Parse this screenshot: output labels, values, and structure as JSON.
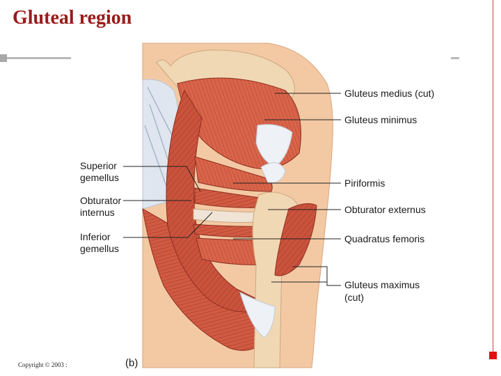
{
  "title": "Gluteal region",
  "panel_letter": "(b)",
  "copyright": "Copyright © 2003 :",
  "labels_right": [
    {
      "line1": "Gluteus medius (cut)",
      "line2": ""
    },
    {
      "line1": "Gluteus minimus",
      "line2": ""
    },
    {
      "line1": "Piriformis",
      "line2": ""
    },
    {
      "line1": "Obturator externus",
      "line2": ""
    },
    {
      "line1": "Quadratus femoris",
      "line2": ""
    },
    {
      "line1": "Gluteus maximus",
      "line2": "(cut)"
    }
  ],
  "labels_left": [
    {
      "line1": "Superior",
      "line2": "gemellus"
    },
    {
      "line1": "Obturator",
      "line2": "internus"
    },
    {
      "line1": "Inferior",
      "line2": "gemellus"
    }
  ],
  "colors": {
    "title": "#9b1a1a",
    "skin": "#f3c9a4",
    "muscle": "#c8503c",
    "muscle_light": "#e07a5c",
    "bone": "#f1d8b4",
    "tendon": "#e9eef4",
    "accent": "#dd1111"
  }
}
